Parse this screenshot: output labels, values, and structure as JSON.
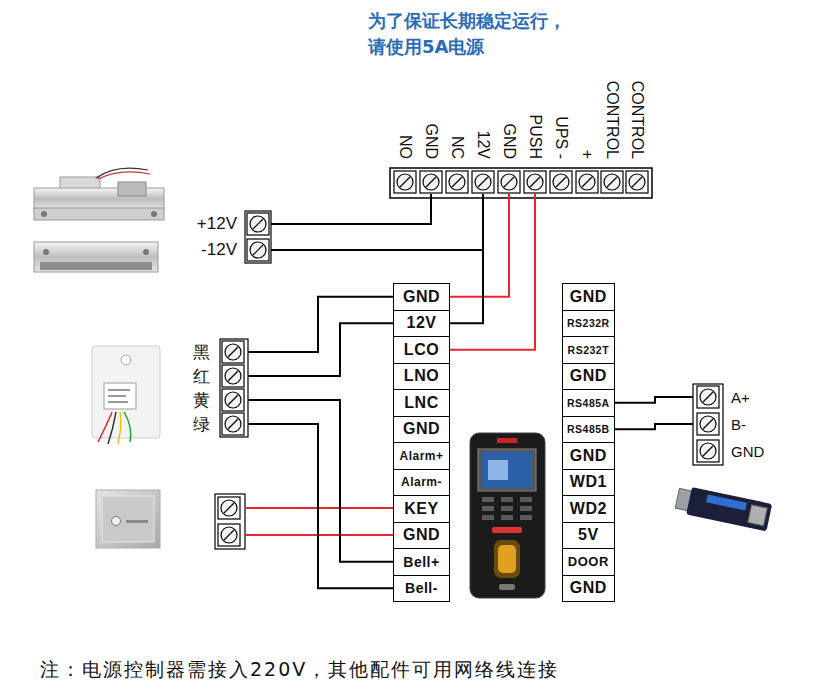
{
  "diagram": {
    "title": "为了保证长期稳定运行， 请使用5A电源",
    "caption": "注：电源控制器需接入220V，其他配件可用网络线连接",
    "nodes": [
      {
        "text": [
          "NO"
        ]
      },
      {
        "text": [
          "GND"
        ]
      },
      {
        "text": [
          "NC"
        ]
      },
      {
        "text": [
          "12V"
        ]
      },
      {
        "text": [
          "GND"
        ]
      },
      {
        "text": [
          "PUSH"
        ]
      },
      {
        "text": [
          "UPS -"
        ]
      },
      {
        "text": [
          "+"
        ]
      },
      {
        "text": [
          "CONTROL"
        ]
      },
      {
        "text": [
          "CONTROL"
        ]
      },
      {
        "text": [
          "+12V"
        ]
      },
      {
        "text": [
          "-12V"
        ]
      },
      {
        "text": [
          "GND"
        ]
      },
      {
        "text": [
          "12V"
        ]
      },
      {
        "text": [
          "LCO"
        ]
      },
      {
        "text": [
          "LNO"
        ]
      },
      {
        "text": [
          "LNC"
        ]
      },
      {
        "text": [
          "GND"
        ]
      },
      {
        "text": [
          "Alarm+"
        ]
      },
      {
        "text": [
          "Alarm-"
        ]
      },
      {
        "text": [
          "KEY"
        ]
      },
      {
        "text": [
          "GND"
        ]
      },
      {
        "text": [
          "Bell+"
        ]
      },
      {
        "text": [
          "Bell-"
        ]
      },
      {
        "text": [
          "GND"
        ]
      },
      {
        "text": [
          "RS232R"
        ]
      },
      {
        "text": [
          "RS232T"
        ]
      },
      {
        "text": [
          "GND"
        ]
      },
      {
        "text": [
          "RS485A"
        ]
      },
      {
        "text": [
          "RS485B"
        ]
      },
      {
        "text": [
          "GND"
        ]
      },
      {
        "text": [
          "WD1"
        ]
      },
      {
        "text": [
          "WD2"
        ]
      },
      {
        "text": [
          "5V"
        ]
      },
      {
        "text": [
          "DOOR"
        ]
      },
      {
        "text": [
          "GND"
        ]
      },
      {
        "text": [
          "黑"
        ]
      },
      {
        "text": [
          "红"
        ]
      },
      {
        "text": [
          "黄"
        ]
      },
      {
        "text": [
          "绿"
        ]
      },
      {
        "text": [
          "A+"
        ]
      },
      {
        "text": [
          "B-"
        ]
      },
      {
        "text": [
          "GND"
        ]
      }
    ],
    "edges": [
      {
        "from": 10,
        "to": 1,
        "arrow": "none"
      },
      {
        "from": 11,
        "to": 3,
        "arrow": "none"
      },
      {
        "from": 12,
        "to": 4,
        "arrow": "none"
      },
      {
        "from": 13,
        "to": 3,
        "arrow": "none"
      },
      {
        "from": 14,
        "to": 5,
        "arrow": "none"
      },
      {
        "from": 36,
        "to": 12,
        "arrow": "none"
      },
      {
        "from": 37,
        "to": 13,
        "arrow": "none"
      },
      {
        "from": 38,
        "to": 22,
        "arrow": "none"
      },
      {
        "from": 39,
        "to": 23,
        "arrow": "none"
      },
      {
        "from": 28,
        "to": 40,
        "arrow": "none"
      },
      {
        "from": 29,
        "to": 41,
        "arrow": "none"
      }
    ]
  }
}
